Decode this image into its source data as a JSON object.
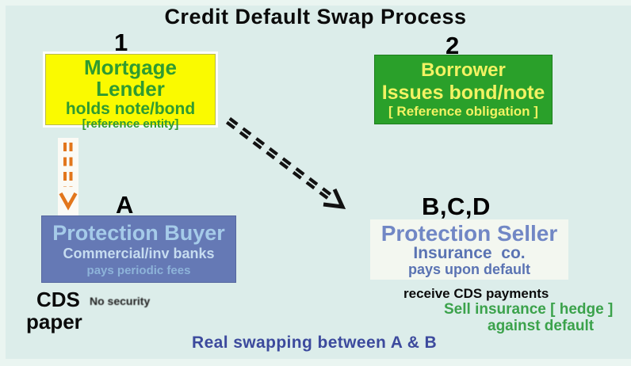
{
  "title": "Credit Default Swap Process",
  "colors": {
    "background": "#dcedea",
    "edge_highlight": "#eaf5f1",
    "yellow_box_bg": "#fafa00",
    "yellow_box_text": "#2f9b31",
    "green_box_bg": "#2aa02a",
    "green_box_text": "#f2f263",
    "blue_box_bg": "#6579b5",
    "blue_box_title": "#a5cbe9",
    "blue_box_line2": "#c6dcf0",
    "blue_box_line3": "#8db3d9",
    "seller_box_bg": "#f3f7f0",
    "seller_box_title": "#7187c5",
    "seller_box_text": "#5a73b3",
    "label_text": "#000000",
    "arrow_black": "#121212",
    "arrow_orange": "#e2761c",
    "arrow_panel_bg": "#fbfaf5",
    "green_note_text": "#3ba24b",
    "navy_note_text": "#3c4a9d"
  },
  "nodes": {
    "mortgage_lender": {
      "number": "1",
      "title": "Mortgage Lender",
      "subtitle": "holds note/bond",
      "detail": "[reference entity]"
    },
    "borrower": {
      "number": "2",
      "title": "Borrower",
      "subtitle": "Issues bond/note",
      "detail": "[ Reference obligation ]"
    },
    "protection_buyer": {
      "label": "A",
      "title": "Protection Buyer",
      "subtitle": "Commercial/inv banks",
      "detail": "pays periodic fees"
    },
    "protection_seller": {
      "label": "B,C,D",
      "title": "Protection Seller",
      "subtitle": "Insurance  co.",
      "detail": "pays upon default"
    }
  },
  "annotations": {
    "receive_cds_payments": "receive CDS payments",
    "sell_insurance": "Sell insurance [ hedge ]",
    "against_default": "against default",
    "cds": "CDS",
    "no_security": "No security",
    "paper": "paper",
    "real_swapping": "Real swapping between A & B"
  },
  "icons": {
    "diagonal_arrow": "black dashed double-line arrow from Mortgage Lender to Protection Seller",
    "vertical_arrow": "orange dashed double-line arrow from Mortgage Lender down to Protection Buyer"
  }
}
